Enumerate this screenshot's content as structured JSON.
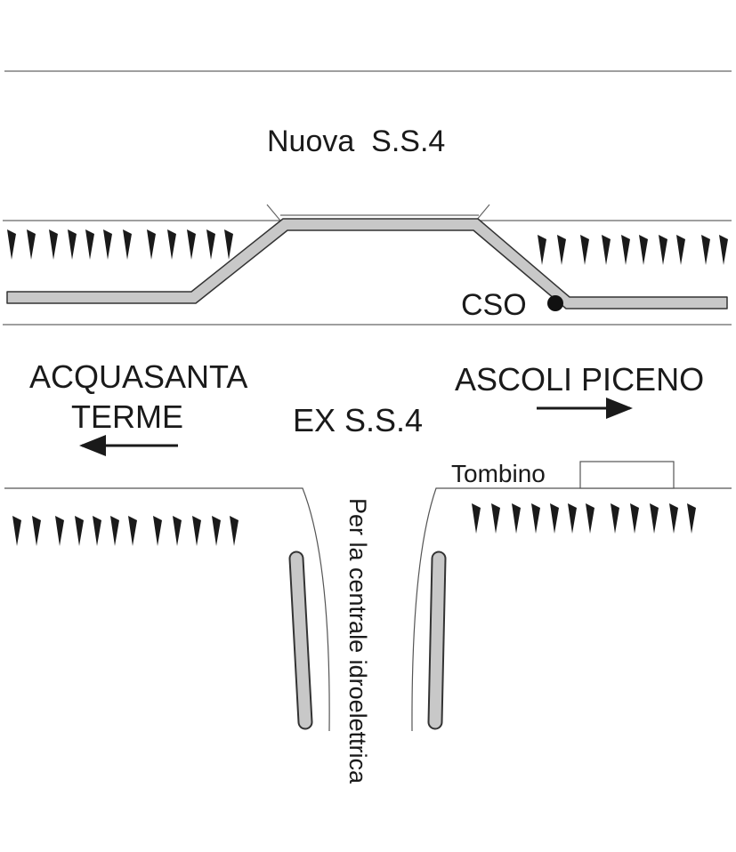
{
  "labels": {
    "new_road": "Nuova  S.S.4",
    "cso": "CSO",
    "west_line1": "ACQUASANTA",
    "west_line2": "TERME",
    "east": "ASCOLI PICENO",
    "old_road": "EX S.S.4",
    "culvert": "Tombino",
    "side_road_line1": "Per la centrale",
    "side_road_line2": "idroelettrica"
  },
  "colors": {
    "line": "#555555",
    "pipe_fill": "#c8c8c8",
    "pipe_stroke": "#333333",
    "ink": "#1a1a1a"
  },
  "icons": {
    "embankment": "embankment-tick-icon",
    "point": "cso-point-icon",
    "arrow_west": "arrow-left-icon",
    "arrow_east": "arrow-right-icon"
  }
}
